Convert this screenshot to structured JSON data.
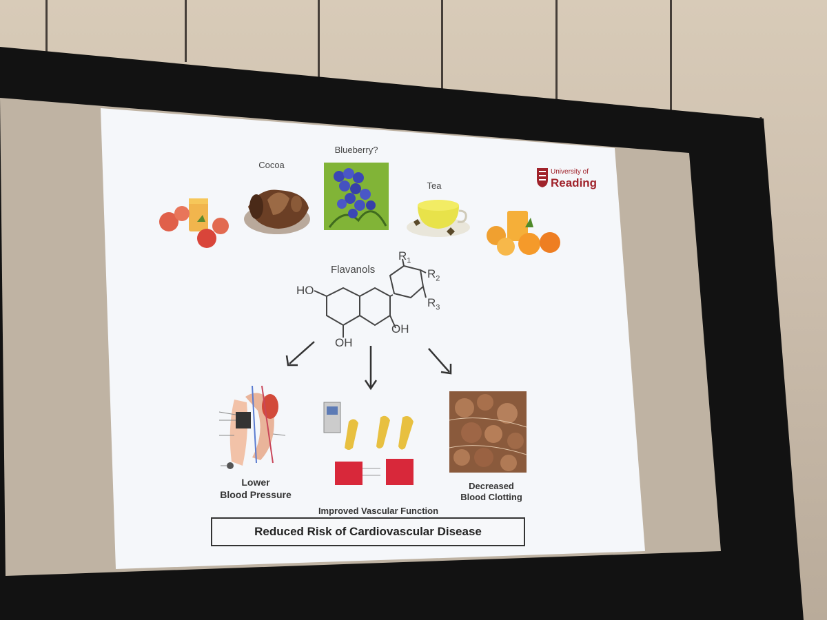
{
  "slide": {
    "food_labels": {
      "cocoa": "Cocoa",
      "blueberry": "Blueberry?",
      "tea": "Tea"
    },
    "logo": {
      "line1": "University of",
      "line2": "Reading",
      "color": "#a0232b"
    },
    "molecule": {
      "name": "Flavanols",
      "r1": "R",
      "r1_sub": "1",
      "r2": "R",
      "r2_sub": "2",
      "r3": "R",
      "r3_sub": "3",
      "ho": "HO",
      "oh_right": "OH",
      "oh_bottom": "OH"
    },
    "outcomes": {
      "left_line1": "Lower",
      "left_line2": "Blood Pressure",
      "middle": "Improved Vascular Function",
      "right_line1": "Decreased",
      "right_line2": "Blood Clotting"
    },
    "conclusion": "Reduced Risk of Cardiovascular Disease"
  },
  "colors": {
    "screen_bg": "#f5f7fa",
    "bezel": "#121212",
    "wall": "#d2c5b3"
  }
}
